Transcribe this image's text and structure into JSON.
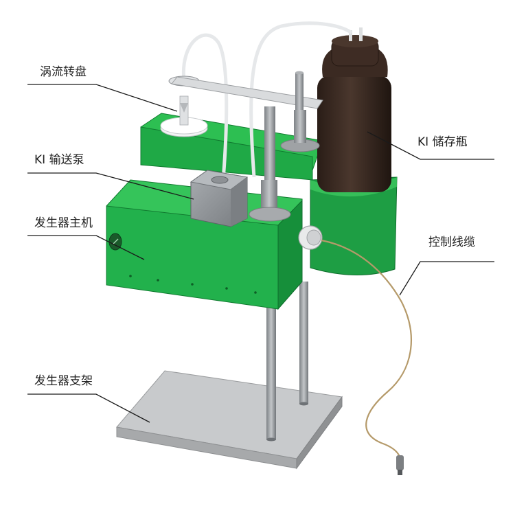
{
  "labels": {
    "vortex_disk": "涡流转盘",
    "ki_pump": "KI 输送泵",
    "generator_main": "发生器主机",
    "generator_stand": "发生器支架",
    "ki_bottle": "KI 储存瓶",
    "control_cable": "控制线缆"
  },
  "colors": {
    "body_green": "#22b14c",
    "body_green_dark": "#158a35",
    "body_green_light": "#3cc75f",
    "bottle_brown": "#3a2a22",
    "base_gray": "#c4c6c8",
    "rod_gray": "#9a9ea2",
    "pump_gray": "#8f9397"
  }
}
